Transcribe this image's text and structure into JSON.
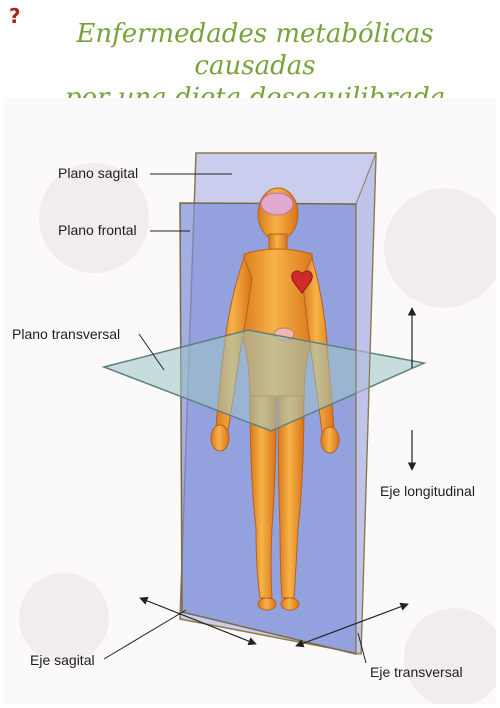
{
  "header": {
    "icon": "question-mark-icon",
    "title_line1": "Enfermedades metabólicas causadas",
    "title_line2": "por una dieta desequilibrada"
  },
  "colors": {
    "title": "#77a33a",
    "icon": "#a52722",
    "sagittal_plane": "#b9bde8",
    "frontal_plane": "#7e8fd9",
    "transverse_plane": "#9cc7c7",
    "skin": "#f0a334",
    "heart": "#cf2b2b",
    "brain": "#e3a8cd"
  },
  "diagram": {
    "labels": {
      "sagittal_plane": "Plano sagital",
      "frontal_plane": "Plano frontal",
      "transverse_plane": "Plano transversal",
      "longitudinal_axis": "Eje longitudinal",
      "sagittal_axis": "Eje sagital",
      "transverse_axis": "Eje transversal"
    }
  }
}
